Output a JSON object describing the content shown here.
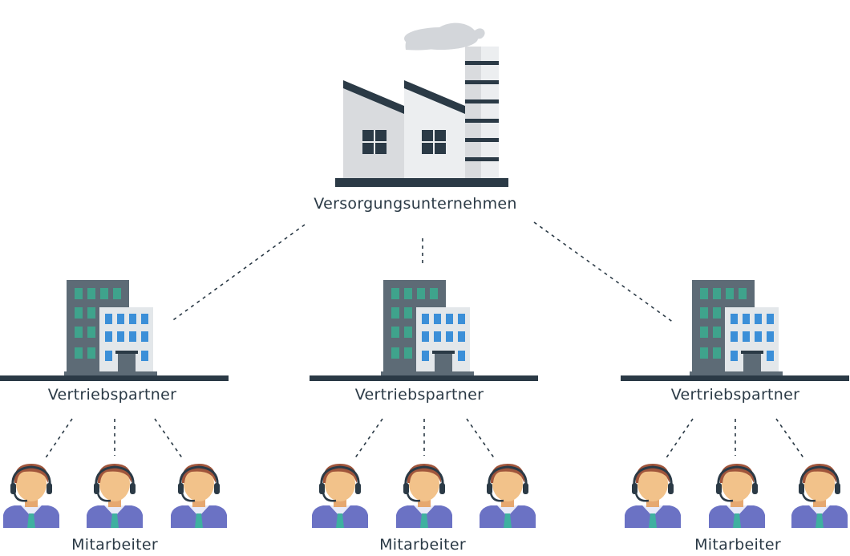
{
  "root": {
    "label": "Versorgungsunternehmen",
    "icon": "factory-icon"
  },
  "partners": [
    {
      "label": "Vertriebspartner",
      "staff_label": "Mitarbeiter",
      "staff_count": 3
    },
    {
      "label": "Vertriebspartner",
      "staff_label": "Mitarbeiter",
      "staff_count": 3
    },
    {
      "label": "Vertriebspartner",
      "staff_label": "Mitarbeiter",
      "staff_count": 3
    }
  ],
  "icons": {
    "partner": "office-building-icon",
    "staff": "call-center-agent-icon"
  },
  "colors": {
    "text": "#2b3a46",
    "ground": "#2b3a46",
    "factory_wall": "#d9dbde",
    "factory_wall_light": "#eceef0",
    "smoke": "#d3d6da",
    "building_dark": "#5d6b76",
    "building_light": "#e3e7ea",
    "window_green": "#3fa38c",
    "window_blue": "#3b8fd8",
    "agent_skin": "#f2c28a",
    "agent_hair": "#a0553b",
    "agent_shirt": "#6b72c4",
    "agent_tie": "#3fb0a0"
  }
}
